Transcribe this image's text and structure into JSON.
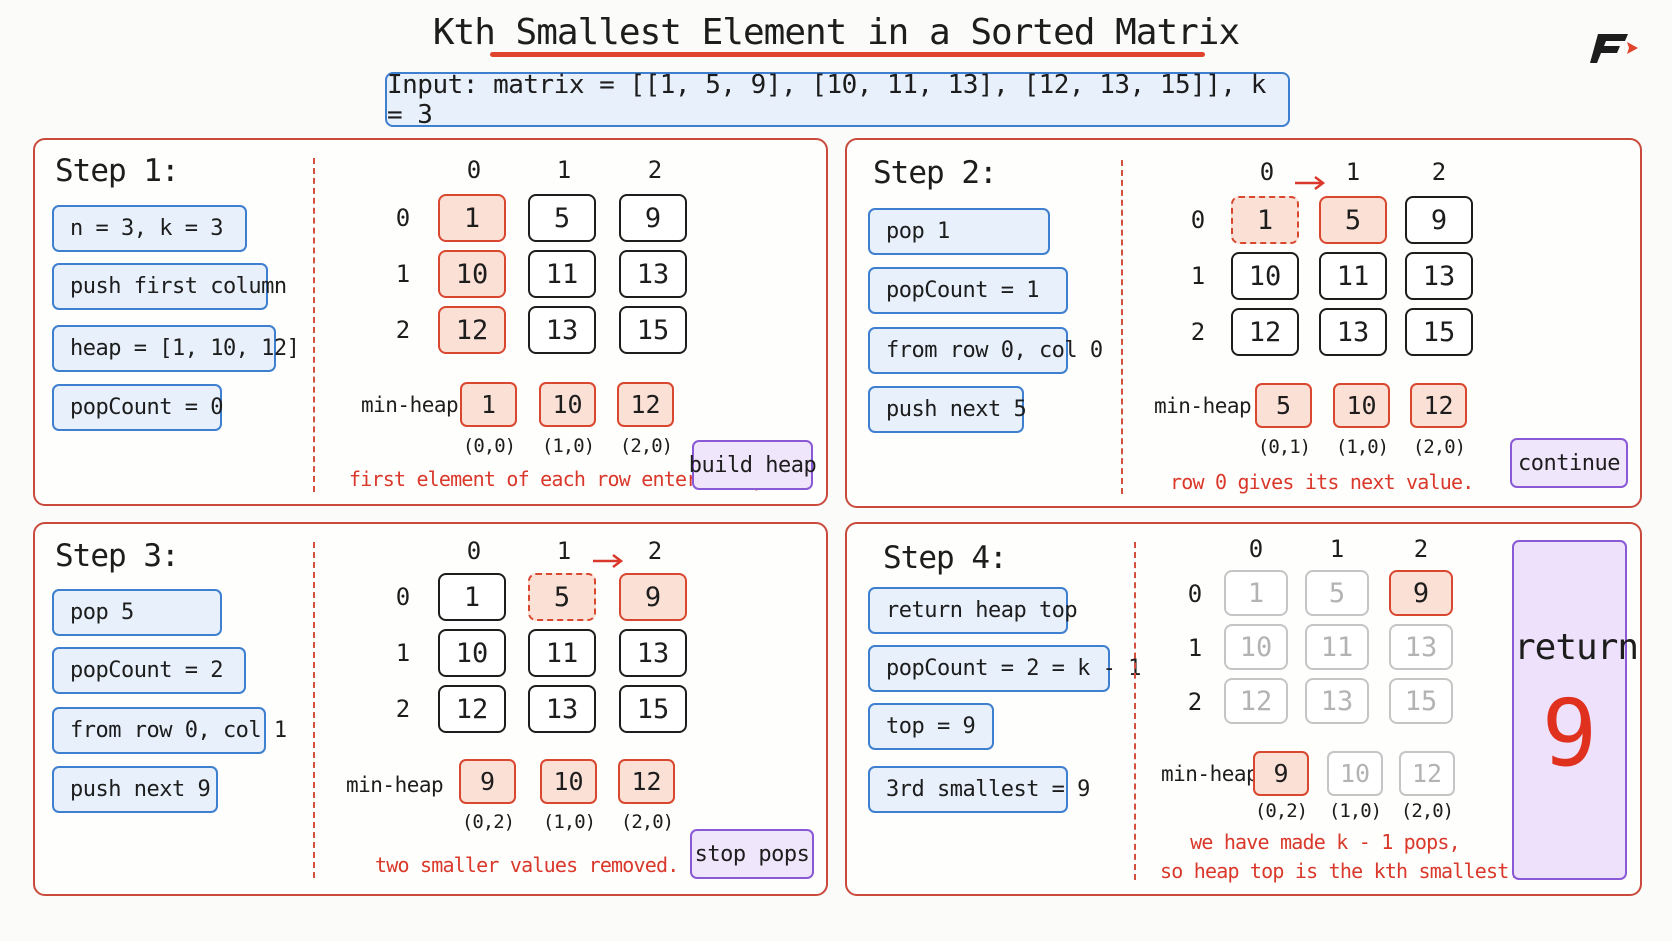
{
  "title": "Kth Smallest Element in a Sorted Matrix",
  "input_text": "Input:  matrix = [[1, 5, 9], [10, 11, 13], [12, 13, 15]],  k = 3",
  "colors": {
    "accent_red": "#d9472f",
    "blue_chip": "#3f7fd0",
    "purple_chip": "#8a5ad6",
    "return_value": "#e0301e"
  },
  "logo_icon": "brand-logo-icon",
  "col_headers": [
    "0",
    "1",
    "2"
  ],
  "row_headers": [
    "0",
    "1",
    "2"
  ],
  "heap_label": "min-heap",
  "steps": [
    {
      "title": "Step 1:",
      "chips": [
        "n = 3, k = 3",
        "push first column",
        "heap = [1, 10, 12]",
        "popCount = 0"
      ],
      "matrix": [
        [
          "1",
          "5",
          "9"
        ],
        [
          "10",
          "11",
          "13"
        ],
        [
          "12",
          "13",
          "15"
        ]
      ],
      "heap": [
        "1",
        "10",
        "12"
      ],
      "coords": [
        "(0,0)",
        "(1,0)",
        "(2,0)"
      ],
      "note": "first element of each row enters heap.",
      "action": "build heap"
    },
    {
      "title": "Step 2:",
      "chips": [
        "pop 1",
        "popCount = 1",
        "from row 0, col 0",
        "push next 5"
      ],
      "matrix": [
        [
          "1",
          "5",
          "9"
        ],
        [
          "10",
          "11",
          "13"
        ],
        [
          "12",
          "13",
          "15"
        ]
      ],
      "heap": [
        "5",
        "10",
        "12"
      ],
      "coords": [
        "(0,1)",
        "(1,0)",
        "(2,0)"
      ],
      "note": "row 0 gives its next value.",
      "action": "continue"
    },
    {
      "title": "Step 3:",
      "chips": [
        "pop 5",
        "popCount = 2",
        "from row 0, col 1",
        "push next 9"
      ],
      "matrix": [
        [
          "1",
          "5",
          "9"
        ],
        [
          "10",
          "11",
          "13"
        ],
        [
          "12",
          "13",
          "15"
        ]
      ],
      "heap": [
        "9",
        "10",
        "12"
      ],
      "coords": [
        "(0,2)",
        "(1,0)",
        "(2,0)"
      ],
      "note": "two smaller values removed.",
      "action": "stop pops"
    },
    {
      "title": "Step 4:",
      "chips": [
        "return heap top",
        "popCount = 2 = k - 1",
        "top = 9",
        "3rd smallest = 9"
      ],
      "matrix": [
        [
          "1",
          "5",
          "9"
        ],
        [
          "10",
          "11",
          "13"
        ],
        [
          "12",
          "13",
          "15"
        ]
      ],
      "heap": [
        "9",
        "10",
        "12"
      ],
      "coords": [
        "(0,2)",
        "(1,0)",
        "(2,0)"
      ],
      "note_line1": "we have made k - 1 pops,",
      "note_line2": "so heap top is the kth smallest.",
      "return_label": "return",
      "return_value": "9"
    }
  ]
}
